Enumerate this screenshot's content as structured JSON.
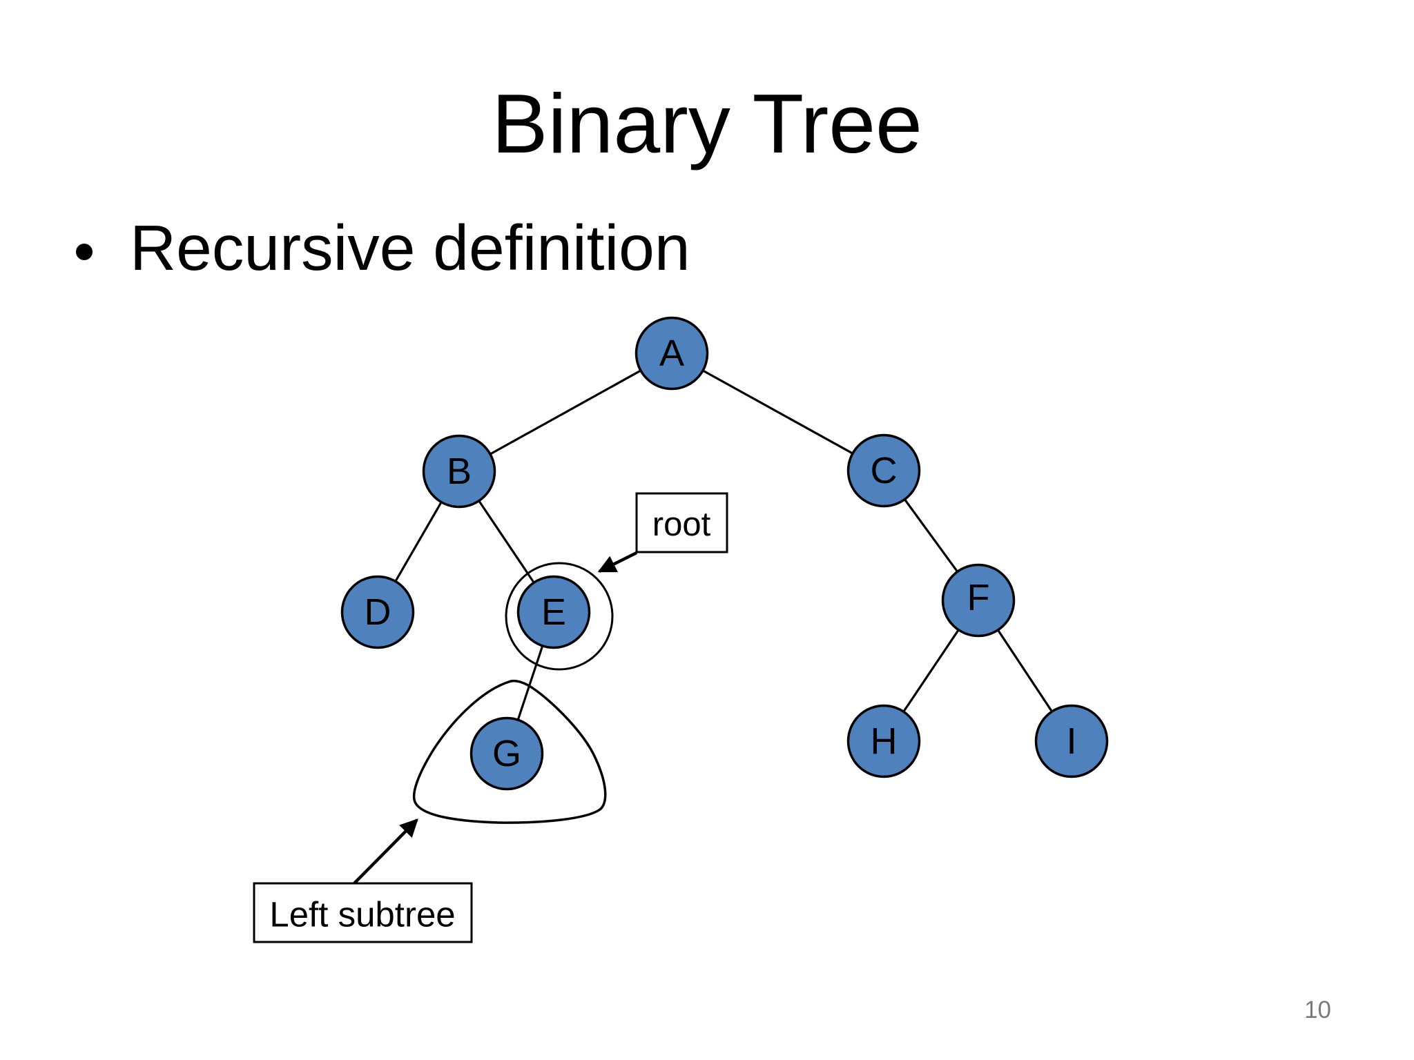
{
  "slide": {
    "title": "Binary Tree",
    "bullet_text": "Recursive definition",
    "page_number": "10",
    "background_color": "#ffffff",
    "page_number_color": "#7a7a7a"
  },
  "diagram": {
    "type": "binary-tree",
    "style": {
      "node_fill": "#4f81bd",
      "node_stroke": "#000000",
      "edge_color": "#000000"
    },
    "nodes": [
      {
        "label": "A"
      },
      {
        "label": "B"
      },
      {
        "label": "C"
      },
      {
        "label": "D"
      },
      {
        "label": "E"
      },
      {
        "label": "F"
      },
      {
        "label": "G"
      },
      {
        "label": "H"
      },
      {
        "label": "I"
      }
    ],
    "edges": [
      {
        "from": "A",
        "to": "B"
      },
      {
        "from": "A",
        "to": "C"
      },
      {
        "from": "B",
        "to": "D"
      },
      {
        "from": "B",
        "to": "E"
      },
      {
        "from": "C",
        "to": "F"
      },
      {
        "from": "E",
        "to": "G"
      },
      {
        "from": "F",
        "to": "H"
      },
      {
        "from": "F",
        "to": "I"
      }
    ],
    "annotations": {
      "root_label": "root",
      "left_subtree_label": "Left subtree"
    }
  }
}
